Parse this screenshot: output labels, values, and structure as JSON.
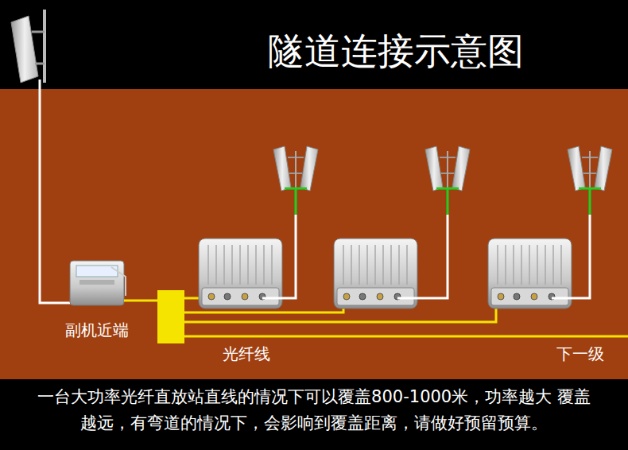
{
  "diagram": {
    "title": "隧道连接示意图",
    "caption": "一台大功率光纤直放站直线的情况下可以覆盖800-1000米，功率越大 覆盖越远，有弯道的情况下，会影响到覆盖距离，请做好预留预算。",
    "nodes": [
      {
        "text": [
          "副机近端"
        ]
      }
    ],
    "labels": [
      "光纤线",
      "下一级"
    ]
  }
}
